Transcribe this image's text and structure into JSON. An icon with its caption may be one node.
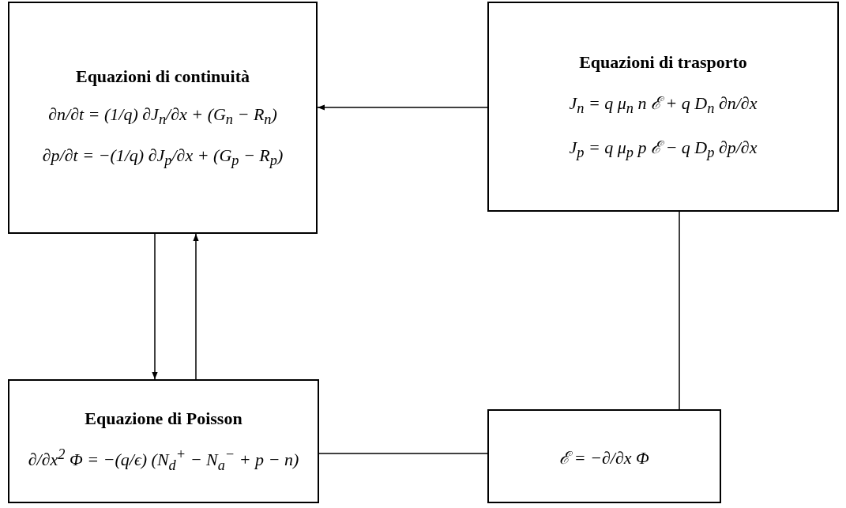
{
  "diagram": {
    "nodes": [
      {
        "text": [
          "Equazioni di continuità",
          "∂n/∂t = (1/q) ∂J$_{n}$/∂x + (G$_{n}$ − R$_{n}$)",
          "∂p/∂t = −(1/q) ∂J$_{p}$/∂x + (G$_{p}$ − R$_{p}$)"
        ]
      },
      {
        "text": [
          "Equazioni di trasporto",
          "J$_{n}$ = q μ$_{n}$ n ℰ + q D$_{n}$ ∂n/∂x",
          "J$_{p}$ = q μ$_{p}$ p ℰ − q D$_{p}$ ∂p/∂x"
        ]
      },
      {
        "text": [
          "Equazione di Poisson",
          "∂/∂x$^{2}$ Φ = −(q/ϵ) (N$_{d}$$^{+}$ − N$_{a}$$^{−}$ + p − n)"
        ]
      },
      {
        "text": [
          "ℰ = −∂/∂x Φ"
        ]
      }
    ],
    "edges": [
      {
        "from": 1,
        "to": 0,
        "arrow": "to"
      },
      {
        "from": 0,
        "to": 2,
        "arrow": "to"
      },
      {
        "from": 2,
        "to": 0,
        "arrow": "to"
      },
      {
        "from": 1,
        "to": 3,
        "arrow": "none"
      },
      {
        "from": 2,
        "to": 3,
        "arrow": "none"
      }
    ]
  }
}
